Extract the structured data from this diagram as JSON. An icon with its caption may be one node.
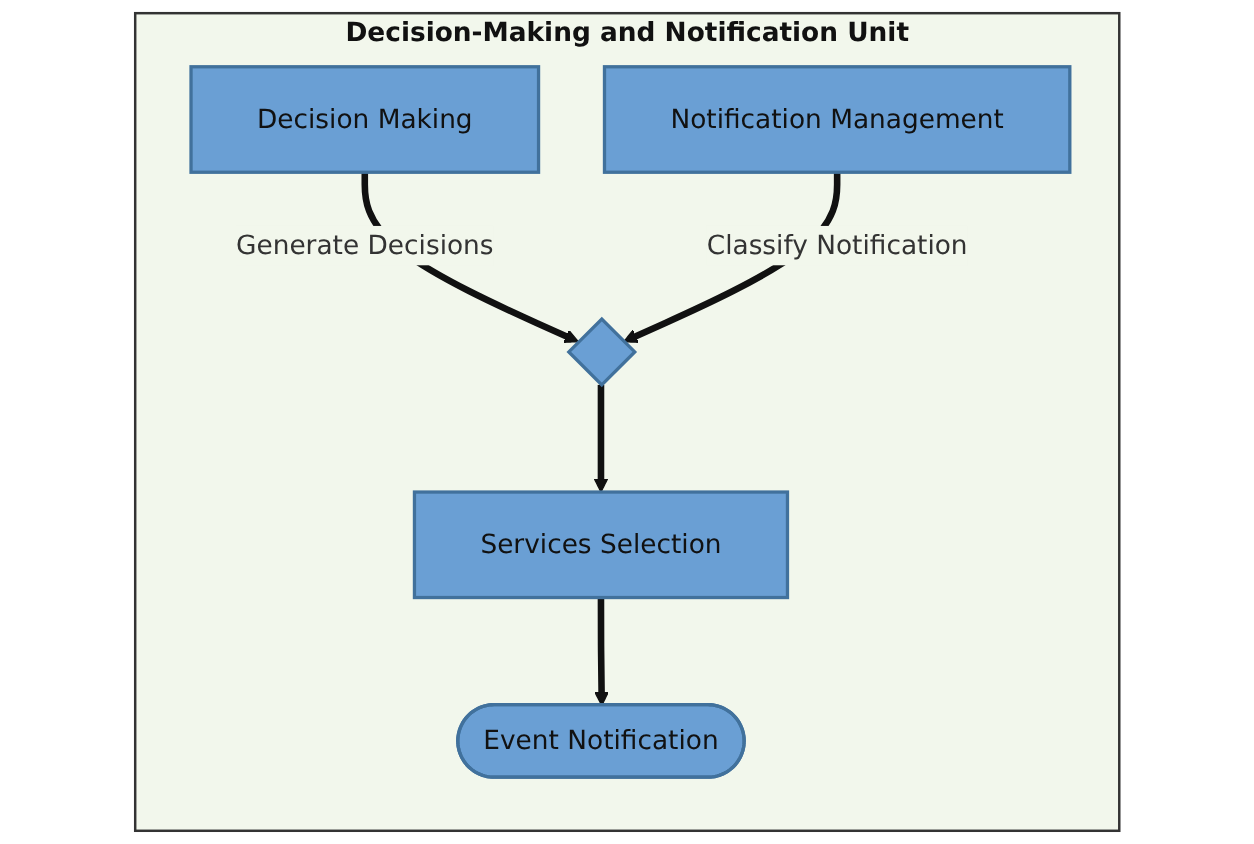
{
  "diagram": {
    "nodes": [
      {
        "text": [
          "Decision-Making and Notification Unit"
        ]
      },
      {
        "text": [
          "Decision Making"
        ],
        "in": 0
      },
      {
        "text": [
          "Notification Management"
        ],
        "in": 0
      },
      {
        "text": [],
        "shape": "diamond",
        "in": 0
      },
      {
        "text": [
          "Services Selection"
        ],
        "in": 0
      },
      {
        "text": [
          "Event Notification"
        ],
        "in": 0
      }
    ],
    "edges": [
      {
        "from": 1,
        "to": 3,
        "arrow": "to",
        "label": "Generate Decisions"
      },
      {
        "from": 2,
        "to": 3,
        "arrow": "to",
        "label": "Classify Notification"
      },
      {
        "from": 3,
        "to": 4,
        "arrow": "to"
      },
      {
        "from": 4,
        "to": 5,
        "arrow": "to"
      }
    ]
  }
}
